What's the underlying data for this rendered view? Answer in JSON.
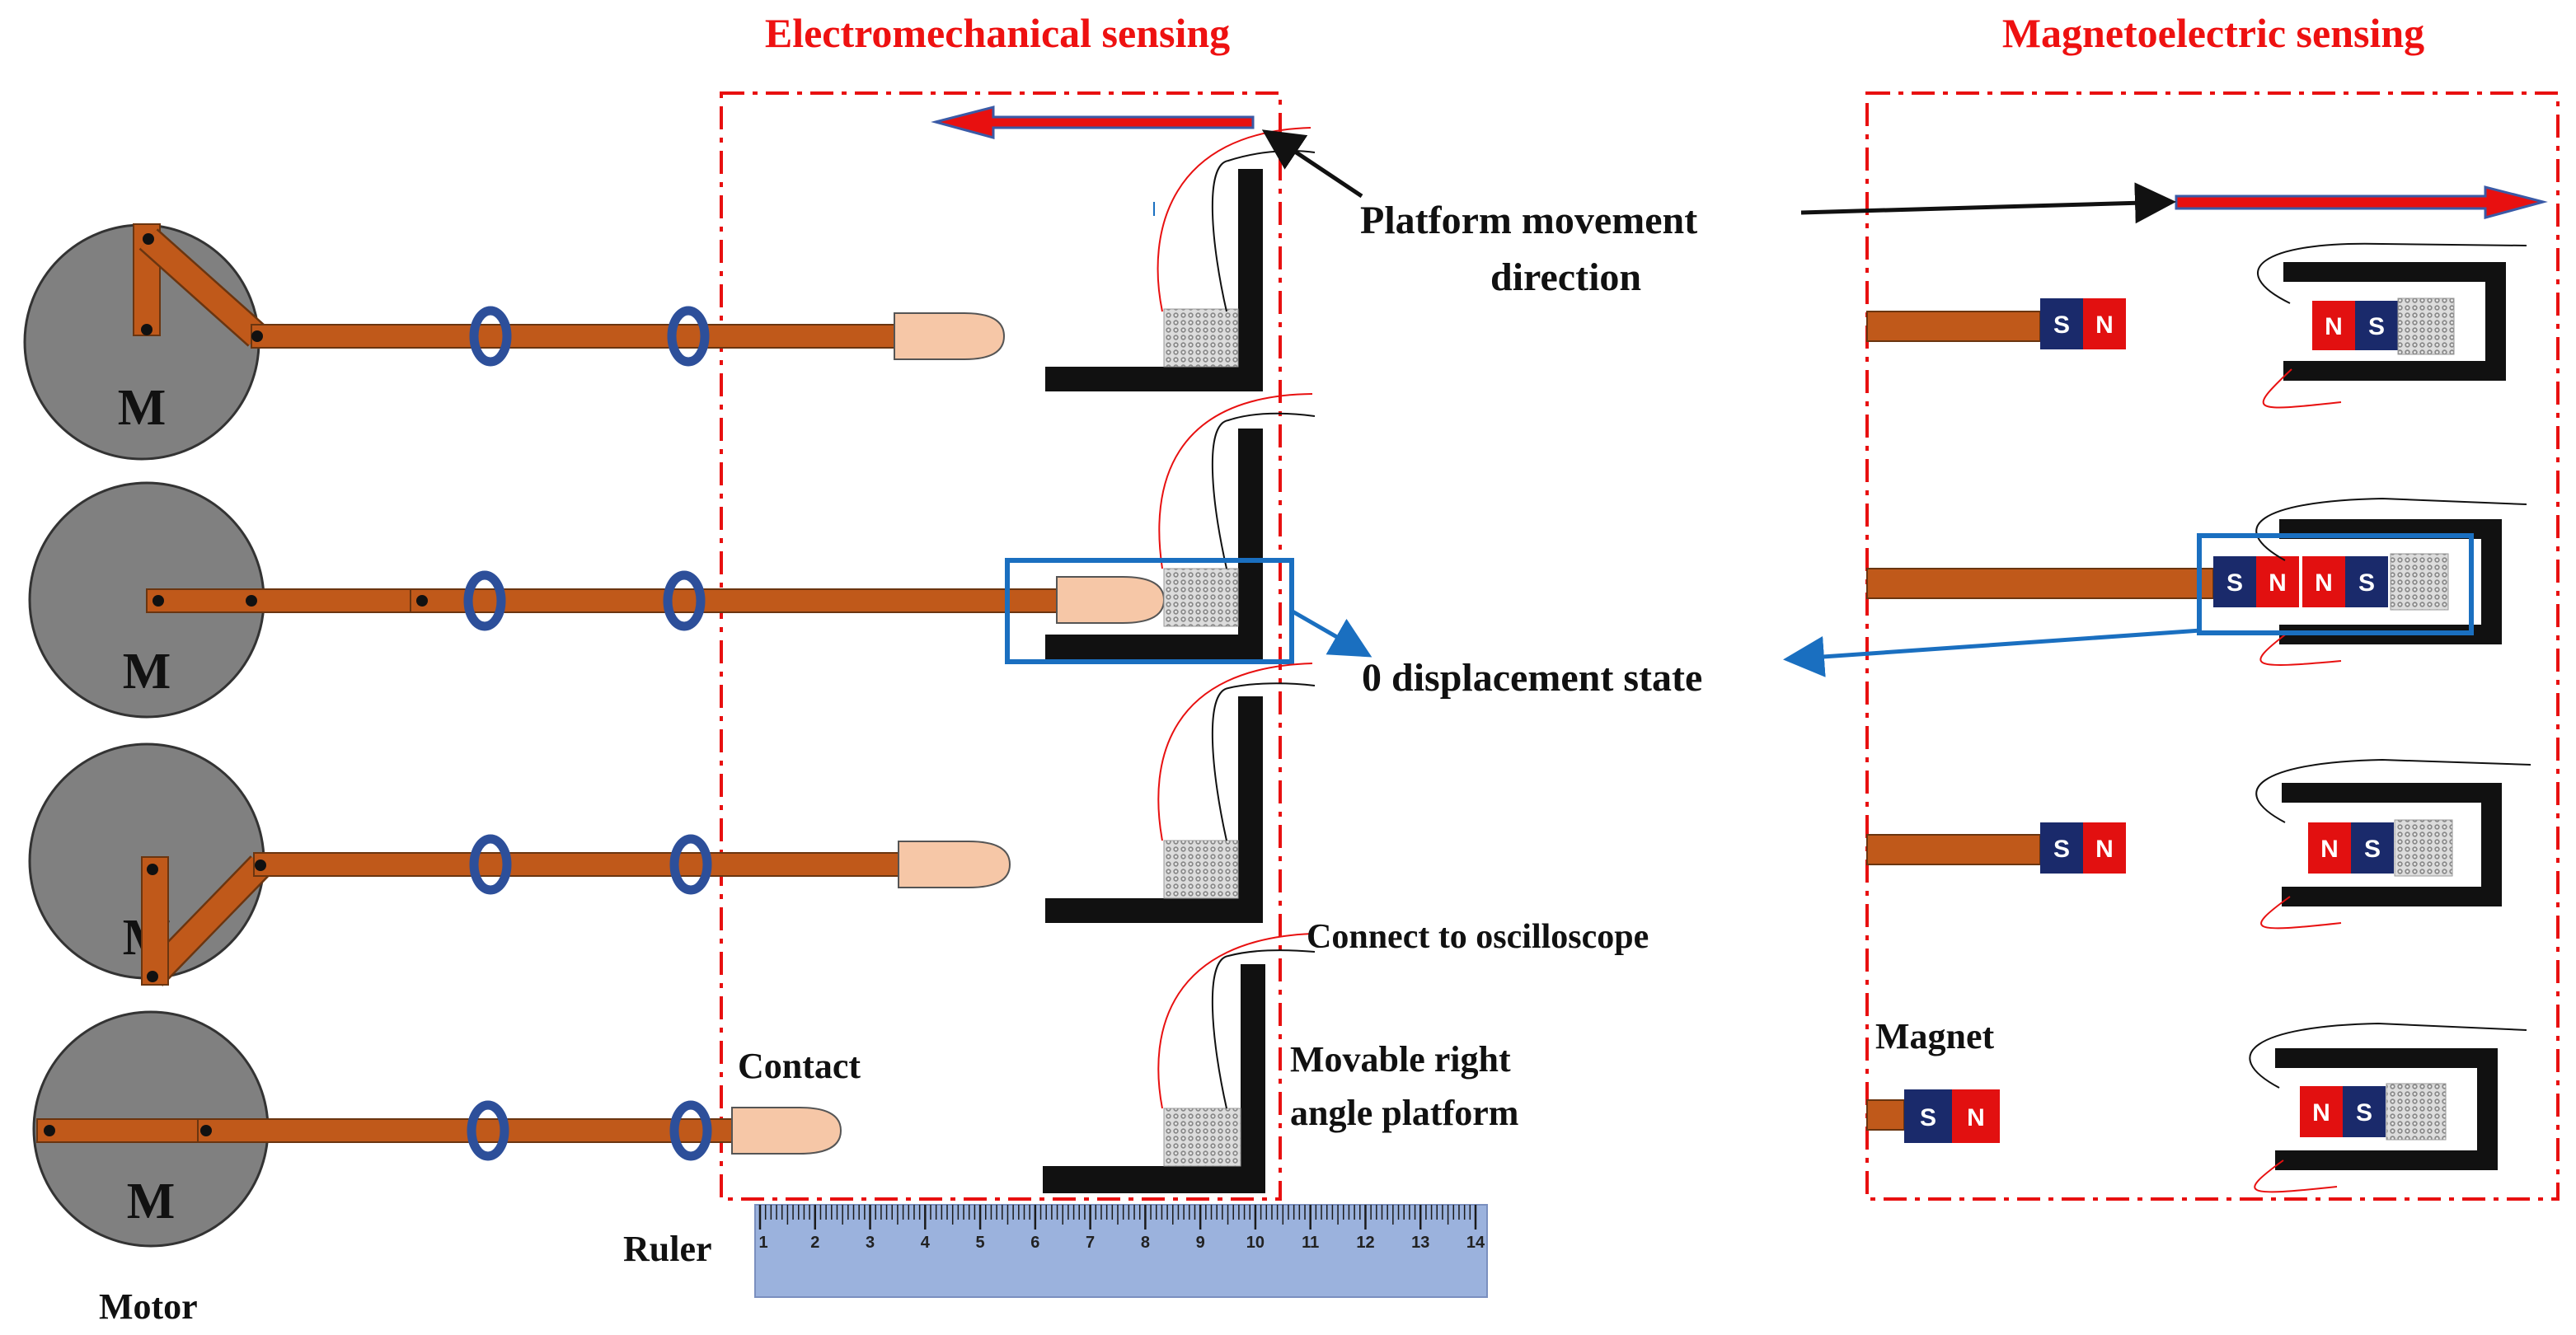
{
  "titles": {
    "electromechanical": "Electromechanical sensing",
    "magnetoelectric": "Magnetoelectric sensing"
  },
  "labels": {
    "platform_movement_line1": "Platform movement",
    "platform_movement_line2": "direction",
    "zero_displacement": "0 displacement state",
    "connect_oscilloscope": "Connect to oscilloscope",
    "movable_line1": "Movable right",
    "movable_line2": "angle platform",
    "contact": "Contact",
    "ruler": "Ruler",
    "motor": "Motor",
    "magnet": "Magnet"
  },
  "motor_letter": "M",
  "pole_labels": {
    "south": "S",
    "north": "N"
  },
  "ruler_ticks": [
    "1",
    "2",
    "3",
    "4",
    "5",
    "6",
    "7",
    "8",
    "9",
    "10",
    "11",
    "12",
    "13",
    "14"
  ],
  "colors": {
    "title_red": "#ee1111",
    "frame_red": "#e81010",
    "arm_brown": "#c0591a",
    "arm_outline": "#6a3510",
    "ring_blue": "#2d4f9a",
    "motor_gray": "#808080",
    "tip_peach": "#f6c7a7",
    "highlight_blue": "#1a6fc0",
    "magnet_south": "#1a2a6b",
    "magnet_north": "#e21010",
    "ruler_blue": "#9bb2dd",
    "arrow_red": "#e81010",
    "arrow_blue_edge": "#3a5aa6"
  },
  "icons": {
    "motor": "gray-disk-motor",
    "crank": "brown-crank-link",
    "guide_ring": "blue-guide-ring",
    "contact_tip": "peach-bullet-tip",
    "sensor": "gray-mesh-sensor",
    "platform": "black-right-angle-platform",
    "magnet": "s-n-bar-magnet",
    "ruler": "blue-ruler"
  }
}
